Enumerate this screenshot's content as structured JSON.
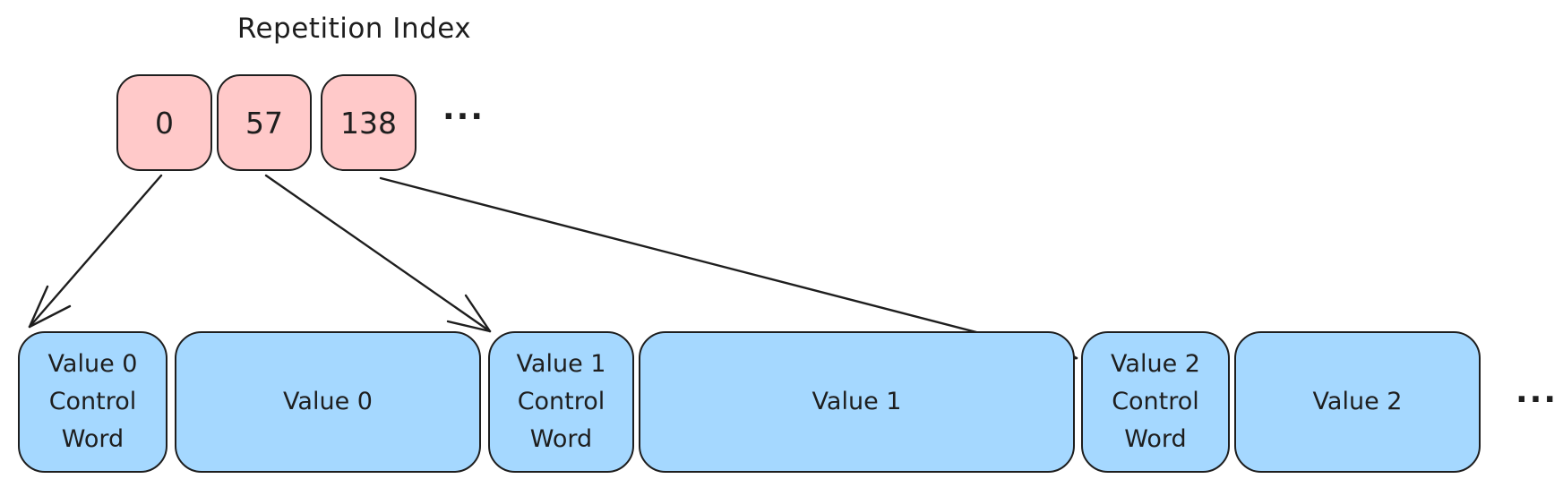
{
  "diagram": {
    "title": "Repetition Index",
    "repetition_index": {
      "values": [
        "0",
        "57",
        "138"
      ],
      "ellipsis": "..."
    },
    "value_stream": {
      "blocks": [
        "Value 0 Control Word",
        "Value 0",
        "Value 1 Control Word",
        "Value 1",
        "Value 2 Control Word",
        "Value 2"
      ],
      "ellipsis": "..."
    },
    "colors": {
      "index_box_fill": "#ffc9c9",
      "value_box_fill": "#a5d8ff",
      "stroke": "#1e1e1e"
    }
  }
}
